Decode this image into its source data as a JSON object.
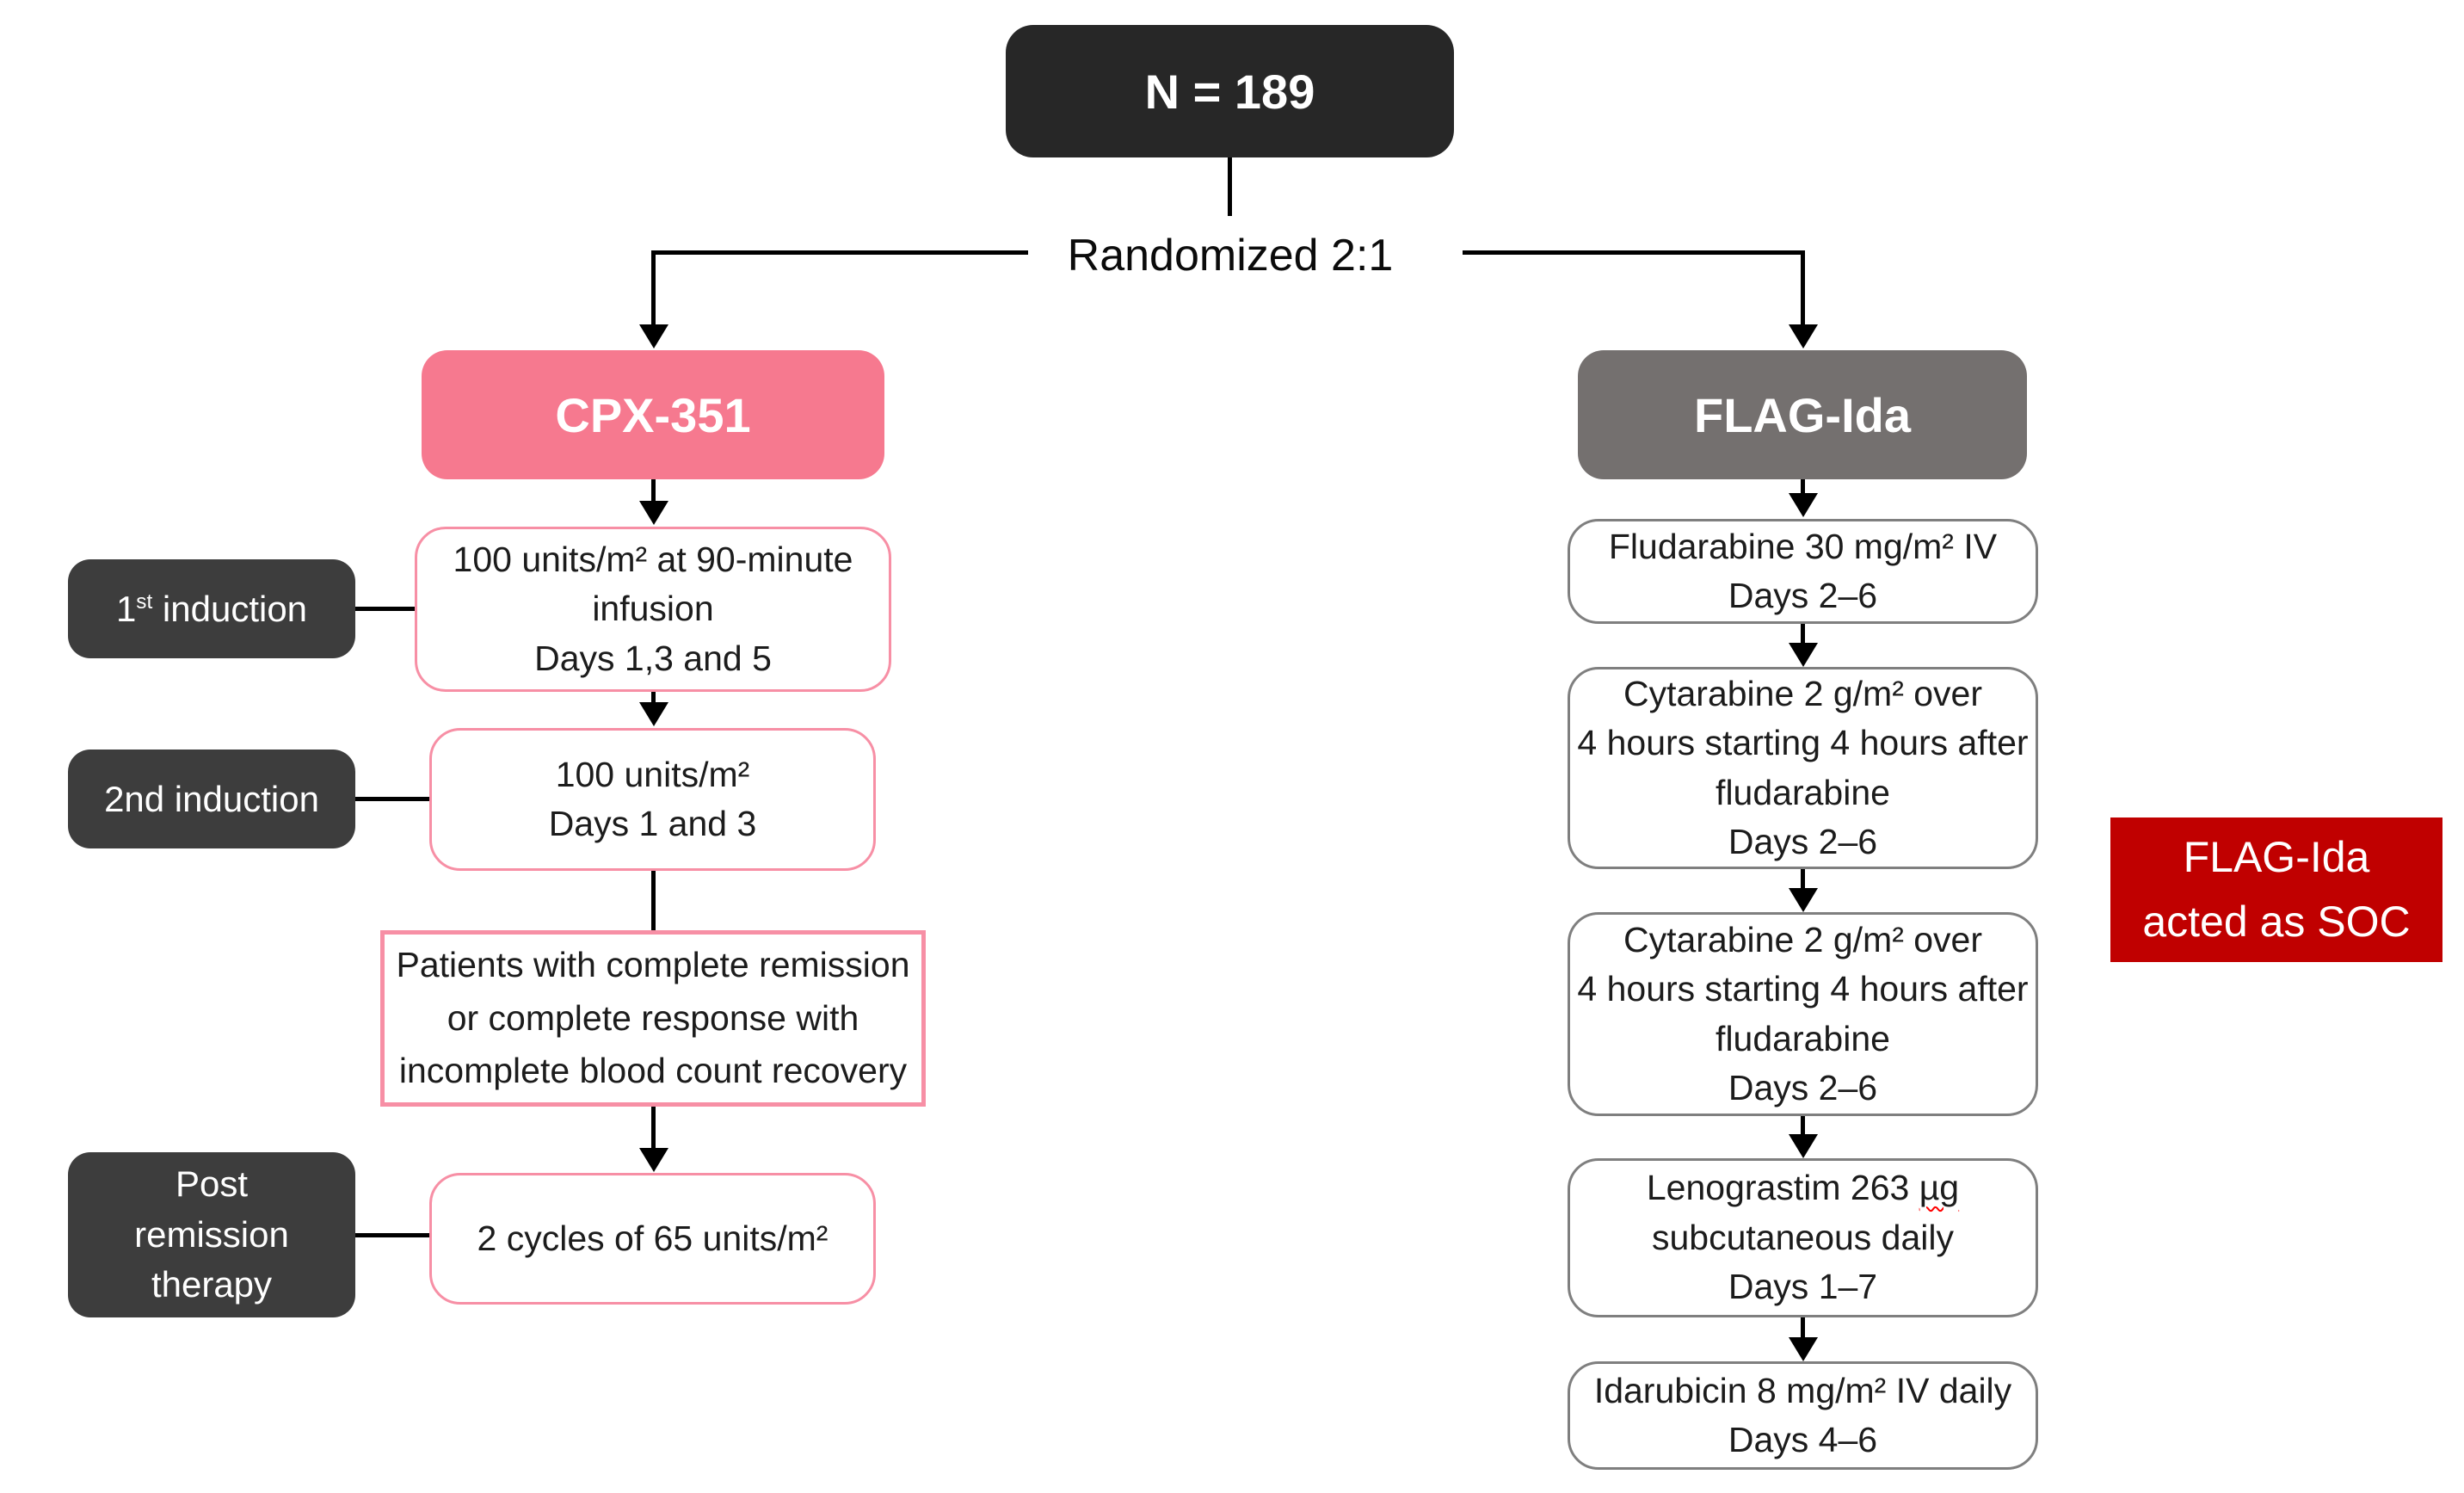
{
  "colors": {
    "background": "#FFFFFF",
    "dark_box": "#272727",
    "label_box": "#3D3D3D",
    "cpx_pink": "#F6798F",
    "pink_border": "#F78FA5",
    "flag_gray": "#74706F",
    "gray_border": "#7F7F7F",
    "soc_red": "#C00000",
    "line_black": "#000000",
    "wavy_red": "#FF0000"
  },
  "top": {
    "total_box": "N = 189",
    "randomized_label": "Randomized 2:1"
  },
  "left_arm": {
    "header": "CPX-351",
    "induction1_box": {
      "lines": [
        "100 units/m² at 90-minute",
        "infusion",
        "Days 1,3 and 5"
      ]
    },
    "induction2_box": {
      "lines": [
        "100 units/m²",
        "Days 1 and 3"
      ]
    },
    "remission_box": {
      "lines": [
        "Patients with complete remission",
        "or complete response with",
        "incomplete blood count recovery"
      ]
    },
    "post_remission_box": {
      "lines": [
        "2 cycles of 65 units/m²"
      ]
    },
    "labels": {
      "first_induction": {
        "num": "1",
        "sup": "st",
        "text": " induction"
      },
      "second_induction": "2nd induction",
      "post_remission": {
        "lines": [
          "Post",
          "remission",
          "therapy"
        ]
      }
    }
  },
  "right_arm": {
    "header": "FLAG-Ida",
    "fludarabine_box": {
      "lines": [
        "Fludarabine 30 mg/m² IV",
        "Days 2–6"
      ]
    },
    "cytarabine_box_1": {
      "lines": [
        "Cytarabine 2 g/m² over",
        "4 hours starting 4 hours after",
        "fludarabine",
        "Days 2–6"
      ]
    },
    "cytarabine_box_2": {
      "lines": [
        "Cytarabine 2 g/m² over",
        "4 hours starting 4 hours after",
        "fludarabine",
        "Days 2–6"
      ]
    },
    "lenograstim_box": {
      "line1_prefix": "Lenograstim 263 ",
      "line1_unit": "µg",
      "rest_lines": [
        "subcutaneous daily",
        "Days 1–7"
      ]
    },
    "idarubicin_box": {
      "lines": [
        "Idarubicin 8 mg/m² IV daily",
        "Days 4–6"
      ]
    }
  },
  "annotation": {
    "lines": [
      "FLAG-Ida",
      "acted as SOC"
    ]
  }
}
